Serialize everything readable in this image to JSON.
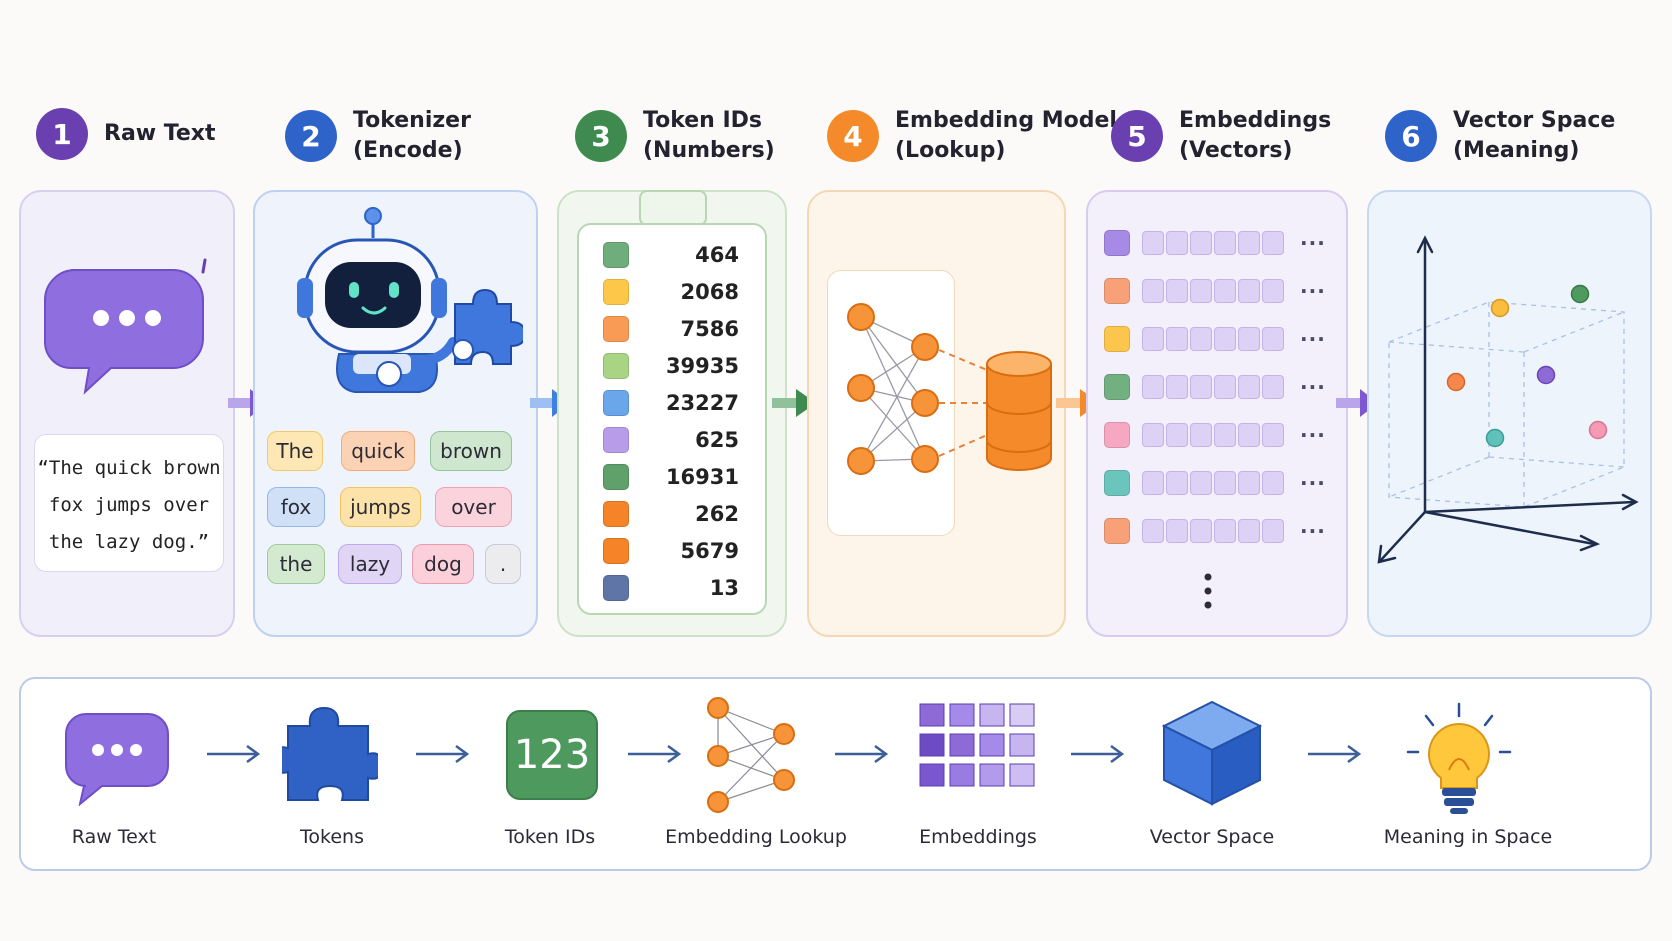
{
  "steps": [
    {
      "num": "1",
      "line1": "Raw Text",
      "line2": "",
      "color": "#6a3fb0"
    },
    {
      "num": "2",
      "line1": "Tokenizer",
      "line2": "(Encode)",
      "color": "#2e63c9"
    },
    {
      "num": "3",
      "line1": "Token IDs",
      "line2": "(Numbers)",
      "color": "#3e8a4f"
    },
    {
      "num": "4",
      "line1": "Embedding Model",
      "line2": "(Lookup)",
      "color": "#f08a24"
    },
    {
      "num": "5",
      "line1": "Embeddings",
      "line2": "(Vectors)",
      "color": "#6a3fb0"
    },
    {
      "num": "6",
      "line1": "Vector Space",
      "line2": "(Meaning)",
      "color": "#2e63c9"
    }
  ],
  "raw_text": {
    "line1": "“The quick brown",
    "line2": "fox jumps over",
    "line3": "the lazy dog.”"
  },
  "tokens": [
    {
      "text": "The",
      "bg": "#fde7b5",
      "border": "#f2c96e"
    },
    {
      "text": "quick",
      "bg": "#fcd2b4",
      "border": "#f2ab7a"
    },
    {
      "text": "brown",
      "bg": "#cfe6cf",
      "border": "#93c49a"
    },
    {
      "text": "fox",
      "bg": "#cfe0f7",
      "border": "#94b8ea"
    },
    {
      "text": "jumps",
      "bg": "#fde3aa",
      "border": "#f2c45e"
    },
    {
      "text": "over",
      "bg": "#fbd3dc",
      "border": "#f0a2b4"
    },
    {
      "text": "the",
      "bg": "#d3ead0",
      "border": "#9fcb9a"
    },
    {
      "text": "lazy",
      "bg": "#e0d5f5",
      "border": "#bfa9ea"
    },
    {
      "text": "dog",
      "bg": "#fbd0da",
      "border": "#ee9cb0"
    },
    {
      "text": ".",
      "bg": "#ececef",
      "border": "#c9c9d1"
    }
  ],
  "token_ids": [
    {
      "value": "464",
      "color": "#6fae7c"
    },
    {
      "value": "2068",
      "color": "#fdc84a"
    },
    {
      "value": "7586",
      "color": "#f99b54"
    },
    {
      "value": "39935",
      "color": "#a8d484"
    },
    {
      "value": "23227",
      "color": "#6aa6ea"
    },
    {
      "value": "625",
      "color": "#b89cea"
    },
    {
      "value": "16931",
      "color": "#5fa06b"
    },
    {
      "value": "262",
      "color": "#f58327"
    },
    {
      "value": "5679",
      "color": "#f58327"
    },
    {
      "value": "13",
      "color": "#5f75a8"
    }
  ],
  "embedding_rows": [
    {
      "color": "#a68ae6"
    },
    {
      "color": "#f8a077"
    },
    {
      "color": "#fcc64c"
    },
    {
      "color": "#72b081"
    },
    {
      "color": "#f6a8c2"
    },
    {
      "color": "#6cc5bd"
    },
    {
      "color": "#f8a077"
    }
  ],
  "vector_points": [
    {
      "color": "#fbbd3d"
    },
    {
      "color": "#4f9a5e"
    },
    {
      "color": "#f5874a"
    },
    {
      "color": "#8e6ad6"
    },
    {
      "color": "#5ec2bb"
    },
    {
      "color": "#f49ab4"
    }
  ],
  "flow": {
    "items": [
      {
        "label": "Raw Text",
        "icon": "speech-bubble-icon"
      },
      {
        "label": "Tokens",
        "icon": "puzzle-piece-icon"
      },
      {
        "label": "Token IDs",
        "icon": "number-block-icon",
        "badge": "123"
      },
      {
        "label": "Embedding Lookup",
        "icon": "neural-network-icon"
      },
      {
        "label": "Embeddings",
        "icon": "grid-cells-icon"
      },
      {
        "label": "Vector Space",
        "icon": "cube-icon"
      },
      {
        "label": "Meaning in Space",
        "icon": "lightbulb-icon"
      }
    ]
  },
  "colors": {
    "purple": "#8a67d8",
    "blue": "#2e63c9",
    "green": "#3e8a4f",
    "orange": "#f58a2a"
  }
}
